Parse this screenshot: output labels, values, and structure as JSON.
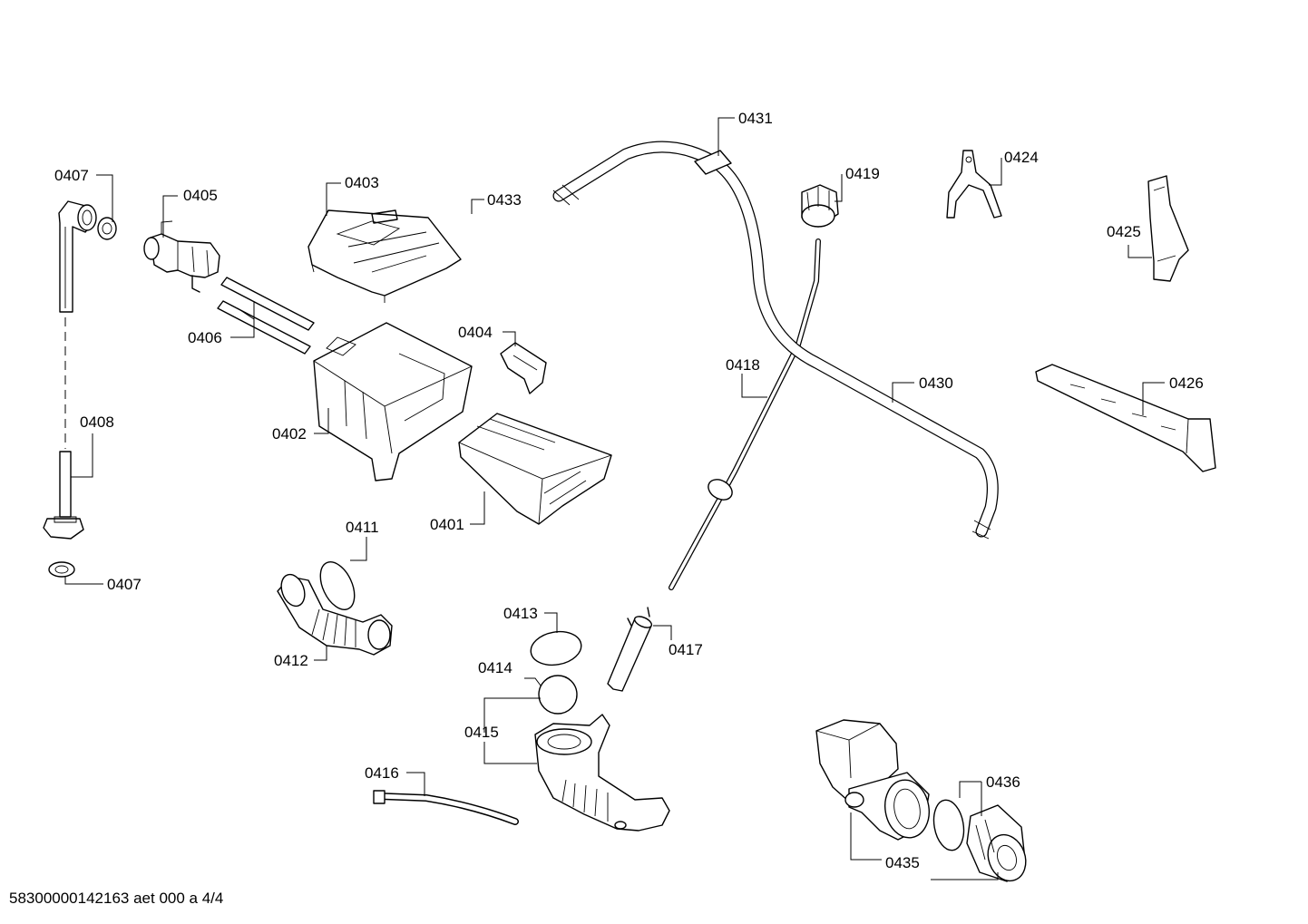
{
  "labels": {
    "p0401": "0401",
    "p0402": "0402",
    "p0403": "0403",
    "p0404": "0404",
    "p0405": "0405",
    "p0406": "0406",
    "p0407a": "0407",
    "p0407b": "0407",
    "p0408": "0408",
    "p0411": "0411",
    "p0412": "0412",
    "p0413": "0413",
    "p0414": "0414",
    "p0415": "0415",
    "p0416": "0416",
    "p0417": "0417",
    "p0418": "0418",
    "p0419": "0419",
    "p0424": "0424",
    "p0425": "0425",
    "p0426": "0426",
    "p0430": "0430",
    "p0431": "0431",
    "p0433": "0433",
    "p0435": "0435",
    "p0436": "0436"
  },
  "footer": {
    "document_code": "58300000142163 aet 000 a 4/4"
  }
}
